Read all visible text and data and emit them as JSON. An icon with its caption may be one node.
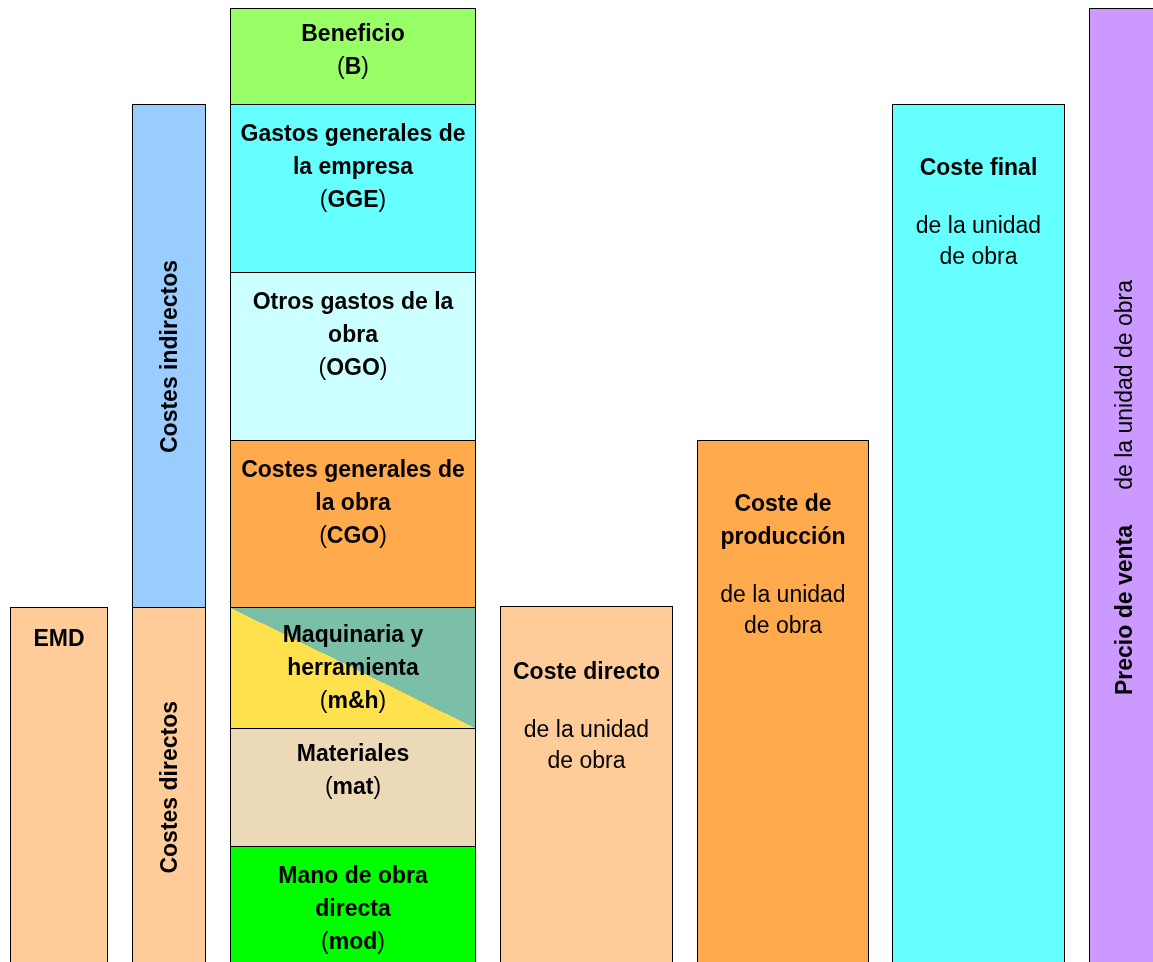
{
  "diagram": {
    "nodes": [
      {
        "text": [
          "EMD"
        ]
      },
      {
        "text": [
          "Costes indirectos"
        ]
      },
      {
        "text": [
          "Costes directos"
        ]
      },
      {
        "text": [
          "Beneficio",
          "(**B**)"
        ]
      },
      {
        "text": [
          "Gastos generales de la empresa",
          "(**GGE**)"
        ]
      },
      {
        "text": [
          "Otros gastos de la obra",
          "(**OGO**)"
        ]
      },
      {
        "text": [
          "Costes generales de la obra",
          "(**CGO**)"
        ]
      },
      {
        "text": [
          "Maquinaria y herramienta",
          "(**m&h**)"
        ]
      },
      {
        "text": [
          "Materiales",
          "(**mat**)"
        ]
      },
      {
        "text": [
          "Mano de obra directa",
          "(**mod**)"
        ]
      },
      {
        "text": [
          "Coste directo",
          "de la unidad de obra"
        ]
      },
      {
        "text": [
          "Coste de producción",
          "de la unidad de obra"
        ]
      },
      {
        "text": [
          "Coste final",
          "de la unidad de obra"
        ]
      },
      {
        "text": [
          "Precio de venta",
          "de la unidad de obra"
        ]
      }
    ],
    "edges": []
  }
}
